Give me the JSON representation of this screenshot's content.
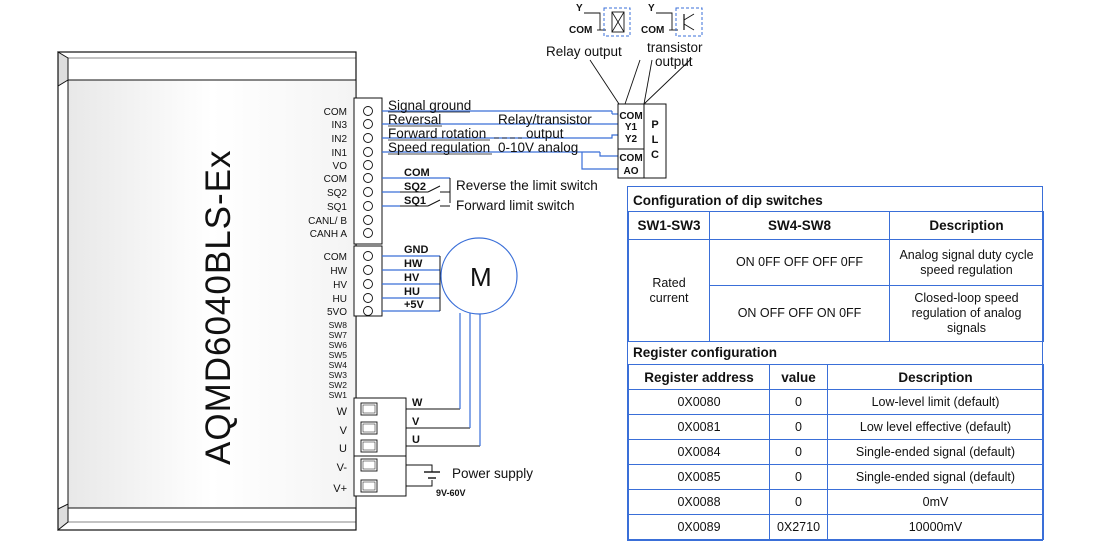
{
  "driver": {
    "model": "AQMD6040BLS-Ex",
    "pins_upper": [
      "COM",
      "IN3",
      "IN2",
      "IN1",
      "VO",
      "COM",
      "SQ2",
      "SQ1",
      "CANL/ B",
      "CANH A"
    ],
    "pins_mid": [
      "COM",
      "HW",
      "HV",
      "HU",
      "5VO"
    ],
    "pins_sw": [
      "SW8",
      "SW7",
      "SW6",
      "SW5",
      "SW4",
      "SW3",
      "SW2",
      "SW1"
    ],
    "pins_phase": [
      "W",
      "V",
      "U"
    ],
    "pins_power": [
      "V-",
      "V+"
    ]
  },
  "wiring": {
    "signal_ground": "Signal ground",
    "reversal": "Reversal",
    "relay_transistor": "Relay/transistor",
    "forward_rotation": "Forward rotation",
    "output": "output",
    "speed_regulation": "Speed regulation",
    "analog_range": "0-10V analog",
    "com": "COM",
    "sq2": "SQ2",
    "sq1": "SQ1",
    "reverse_limit": "Reverse the limit switch",
    "forward_limit": "Forward limit switch",
    "gnd": "GND",
    "hw": "HW",
    "hv": "HV",
    "hu": "HU",
    "plus5v": "+5V",
    "motor_symbol": "M",
    "w": "W",
    "v": "V",
    "u": "U",
    "power_supply": "Power supply",
    "power_range": "9V-60V"
  },
  "plc": {
    "label": "PLC",
    "letters": [
      "P",
      "L",
      "C"
    ],
    "terminals": [
      "COM",
      "Y1",
      "Y2",
      "COM",
      "AO"
    ]
  },
  "outputs": {
    "y_label": "Y",
    "com_label": "COM",
    "relay_line1": "Relay output",
    "transistor_line1": "transistor",
    "transistor_line2": "output"
  },
  "dip_config": {
    "title": "Configuration of dip switches",
    "headers": [
      "SW1-SW3",
      "SW4-SW8",
      "Description"
    ],
    "rated_line1": "Rated",
    "rated_line2": "current",
    "rows": [
      {
        "sw": "ON 0FF OFF OFF 0FF",
        "desc1": "Analog signal duty cycle",
        "desc2": "speed regulation",
        "desc3": ""
      },
      {
        "sw": "ON OFF OFF ON 0FF",
        "desc1": "Closed-loop speed",
        "desc2": "regulation of analog",
        "desc3": "signals"
      }
    ]
  },
  "register_config": {
    "title": "Register configuration",
    "headers": [
      "Register address",
      "value",
      "Description"
    ],
    "rows": [
      {
        "address": "0X0080",
        "value": "0",
        "description": "Low-level limit (default)"
      },
      {
        "address": "0X0081",
        "value": "0",
        "description": "Low level effective (default)"
      },
      {
        "address": "0X0084",
        "value": "0",
        "description": "Single-ended signal (default)"
      },
      {
        "address": "0X0085",
        "value": "0",
        "description": "Single-ended signal (default)"
      },
      {
        "address": "0X0088",
        "value": "0",
        "description": "0mV"
      },
      {
        "address": "0X0089",
        "value": "0X2710",
        "description": "10000mV"
      }
    ]
  },
  "colors": {
    "wire": "#3a6fd8",
    "line": "#111111",
    "table_border": "#3a6fd8",
    "body_fill": "#ffffff",
    "shadow": "#f2f2f2"
  }
}
